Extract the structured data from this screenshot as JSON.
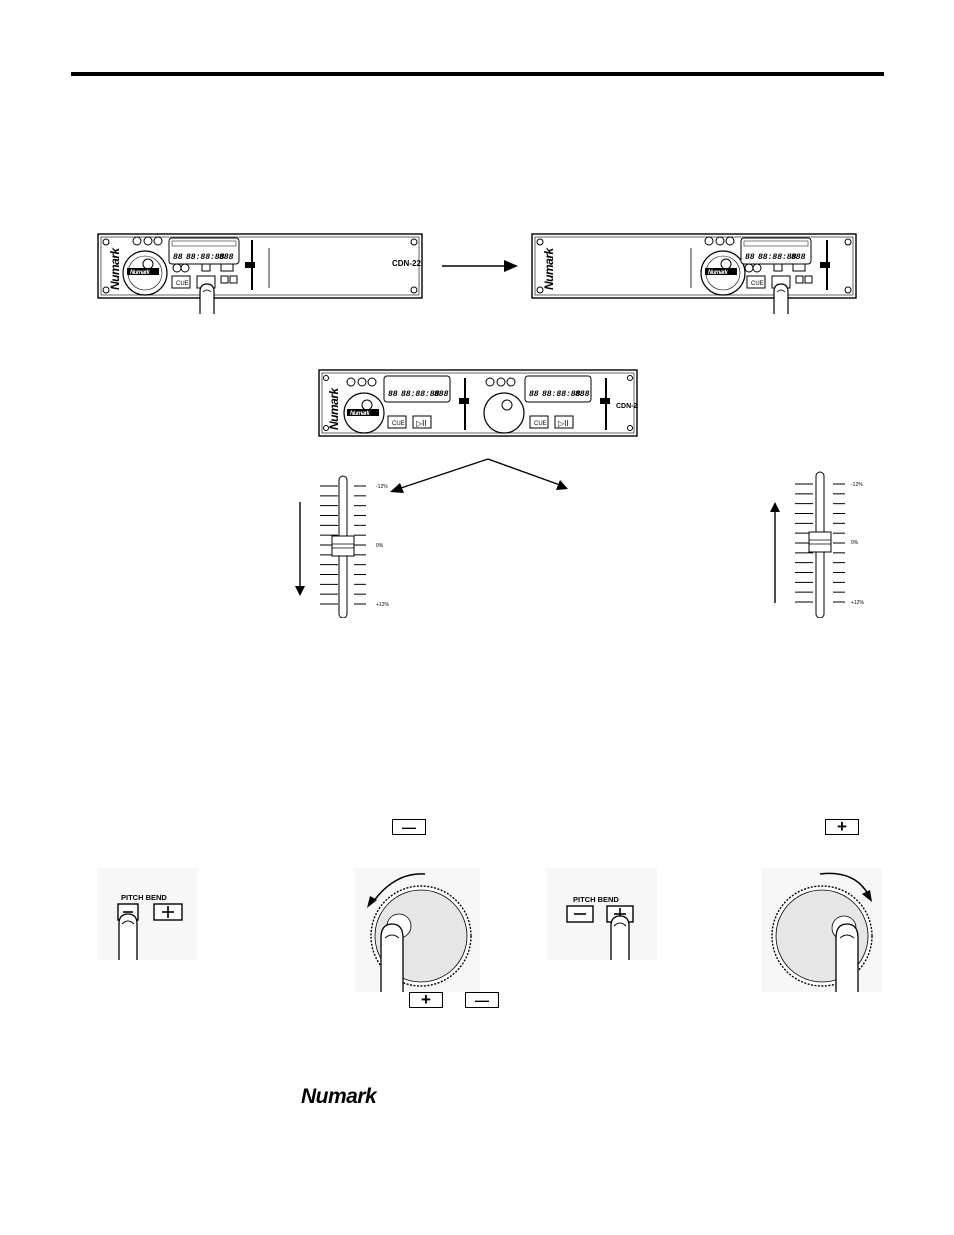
{
  "brand": {
    "logo_text": "Numark",
    "model": "CDN-22"
  },
  "unit": {
    "cue_label": "CUE",
    "display_digits_left": "88",
    "display_digits_time": "88:88:88",
    "display_digits_right": "888"
  },
  "slider": {
    "top_label": "-12%",
    "center_label": "0%",
    "bottom_label": "+12%"
  },
  "pitch_bend": {
    "label": "PITCH BEND",
    "minus_symbol": "—",
    "plus_symbol": "+"
  },
  "footer": {
    "logo_text": "Numark"
  }
}
